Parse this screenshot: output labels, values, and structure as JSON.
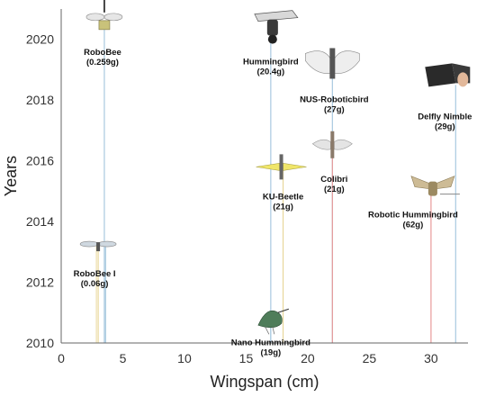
{
  "chart_data": {
    "type": "scatter",
    "title": "",
    "xlabel": "Wingspan (cm)",
    "ylabel": "Years",
    "xlim": [
      0,
      33
    ],
    "ylim": [
      2010,
      2021
    ],
    "xticks": [
      "0",
      "5",
      "10",
      "15",
      "20",
      "25",
      "30"
    ],
    "yticks": [
      "2010",
      "2012",
      "2014",
      "2016",
      "2018",
      "2020"
    ],
    "grid": false,
    "points": [
      {
        "name": "RoboBee I",
        "weight": "(0.06g)",
        "x": 3.0,
        "y": 2013.2,
        "line_color": "#e8d79a",
        "line_color2": "#a8c9e0"
      },
      {
        "name": "RoboBee",
        "weight": "(0.259g)",
        "x": 3.5,
        "y": 2020.5,
        "line_color": "#a8c9e0"
      },
      {
        "name": "Nano Hummingbird",
        "weight": "(19g)",
        "x": 17.0,
        "y": 2011.0,
        "line_color": "#a8c9e0"
      },
      {
        "name": "Hummingbird",
        "weight": "(20.4g)",
        "x": 17.0,
        "y": 2020.3,
        "line_color": "#a8c9e0"
      },
      {
        "name": "KU-Beetle",
        "weight": "(21g)",
        "x": 18.0,
        "y": 2015.8,
        "line_color": "#e8d79a"
      },
      {
        "name": "NUS-Roboticbird",
        "weight": "(27g)",
        "x": 22.0,
        "y": 2019.0,
        "line_color": "#a8c9e0"
      },
      {
        "name": "Colibri",
        "weight": "(21g)",
        "x": 22.0,
        "y": 2016.5,
        "line_color": "#e89a9a"
      },
      {
        "name": "Robotic Hummingbird",
        "weight": "(62g)",
        "x": 30.0,
        "y": 2015.2,
        "line_color": "#e89a9a"
      },
      {
        "name": "Delfly Nimble",
        "weight": "(29g)",
        "x": 32.0,
        "y": 2018.5,
        "line_color": "#a8c9e0"
      }
    ]
  }
}
